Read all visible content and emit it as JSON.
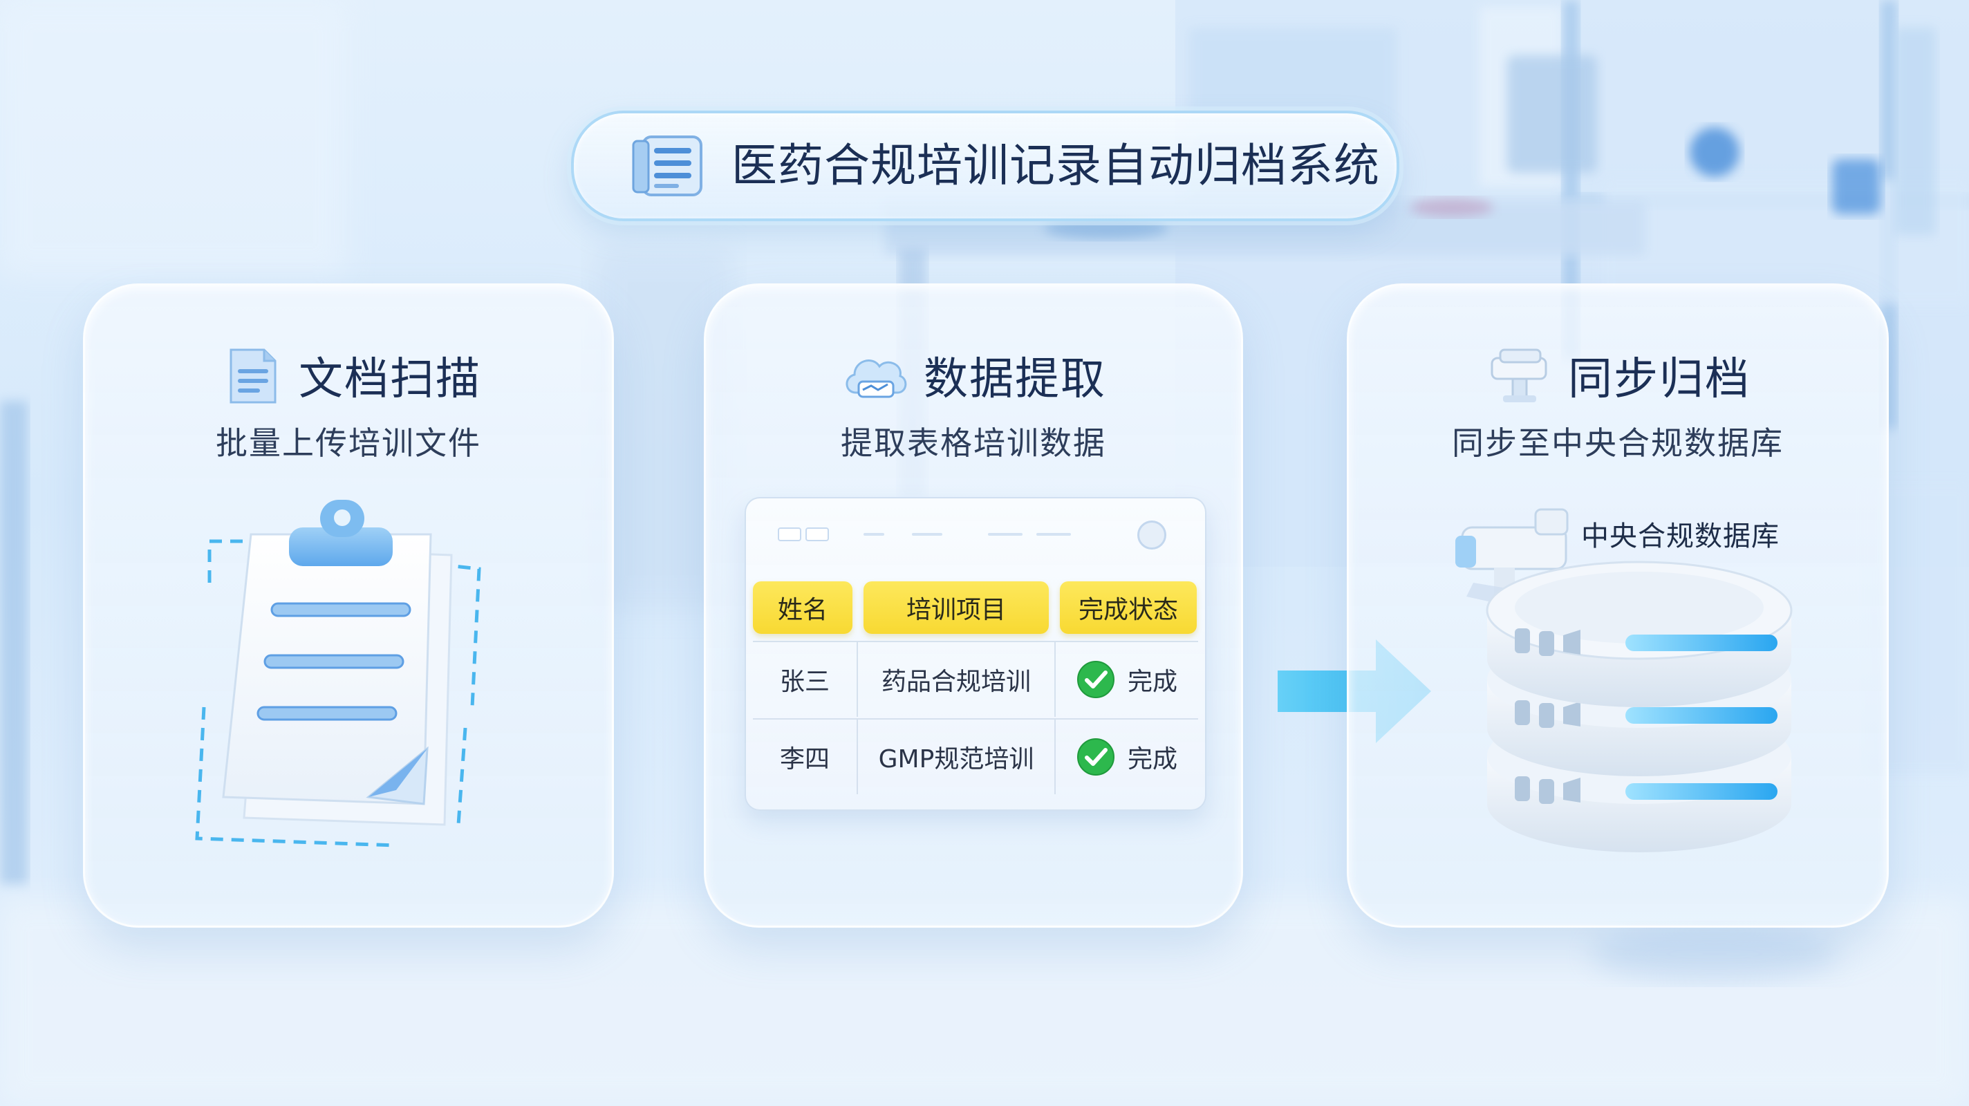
{
  "title": {
    "text": "医药合规培训记录自动归档系统",
    "icon": "document-list-icon"
  },
  "steps": [
    {
      "title": "文档扫描",
      "subtitle": "批量上传培训文件",
      "icon": "document-icon",
      "illustration": "clipboard-scan-icon"
    },
    {
      "title": "数据提取",
      "subtitle": "提取表格培训数据",
      "icon": "cloud-data-icon",
      "table": {
        "headers": [
          "姓名",
          "培训项目",
          "完成状态"
        ],
        "rows": [
          [
            "张三",
            "药品合规培训",
            "完成"
          ],
          [
            "李四",
            "GMP规范培训",
            "完成"
          ]
        ]
      }
    },
    {
      "title": "同步归档",
      "subtitle": "同步至中央合规数据库",
      "icon": "server-icon",
      "db_label": "中央合规数据库",
      "illustration": "database-stack-icon"
    }
  ],
  "colors": {
    "accent": "#3cb8f0",
    "header_yellow": "#f8d932",
    "check_green": "#2db84d",
    "text_dark": "#1b2f55"
  }
}
